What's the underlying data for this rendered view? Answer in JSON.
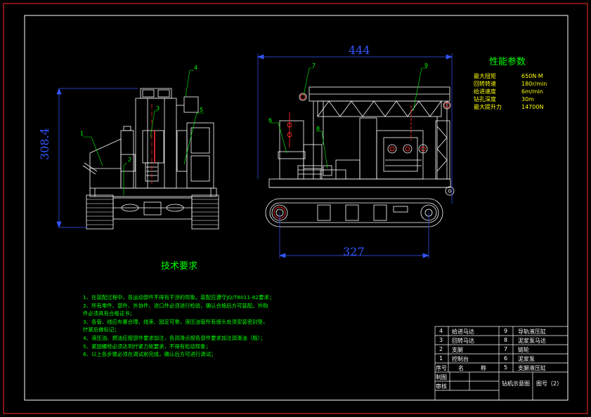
{
  "dimensions": {
    "front_height": "308.4",
    "side_length": "444",
    "track_length": "327"
  },
  "parts_callouts": {
    "front": [
      "1",
      "2",
      "3",
      "4",
      "5"
    ],
    "side": [
      "6",
      "7",
      "8",
      "9"
    ]
  },
  "performance": {
    "title": "性能参数",
    "labels": [
      "最大扭矩",
      "回转转速",
      "给进速度",
      "钻孔深度",
      "最大提升力"
    ],
    "values": [
      "650N·M",
      "180r/min",
      "6m/min",
      "30m",
      "14700N"
    ]
  },
  "technical_requirements": {
    "title": "技术要求",
    "lines": [
      "1、在装配过程中，各运动部件不得有干涉的现象。装配应遵守JQ/T8011-82要求；",
      "2、所有零件、部件、外协件、进口件必须进行检验，确认合格后方可装配。外购",
      "    件必须具有合格证书；",
      "3、各管、线应布置合理、线束、固定可靠，液压油管所有接头处须安装密封垫，",
      "    拧紧后做标记；",
      "4、液压油、燃油应按部件要求加注，各润滑点按各部件要求加注润滑油（脂）；",
      "5、紧固螺栓必须达到拧紧力矩要求，不得有松动现象；",
      "6、以上各步骤必须在调试前完成，确认后方可进行调试；"
    ]
  },
  "title_block": {
    "rows": [
      {
        "no_a": "4",
        "name_a": "给进马达",
        "no_b": "9",
        "name_b": "导轨液压缸"
      },
      {
        "no_a": "3",
        "name_a": "回转马达",
        "no_b": "8",
        "name_b": "泥浆泵马达"
      },
      {
        "no_a": "2",
        "name_a": "支腿",
        "no_b": "7",
        "name_b": "链轮"
      },
      {
        "no_a": "1",
        "name_a": "控制台",
        "no_b": "6",
        "name_b": "泥浆泵"
      }
    ],
    "header": {
      "no": "序号",
      "name": "名",
      "name2": "称",
      "no_b": "5",
      "name_b": "支腿液压缸"
    },
    "drawn_by": "制图",
    "checked_by": "审核",
    "drawing_title": "钻机示意图",
    "drawing_no": "图号（2）"
  }
}
